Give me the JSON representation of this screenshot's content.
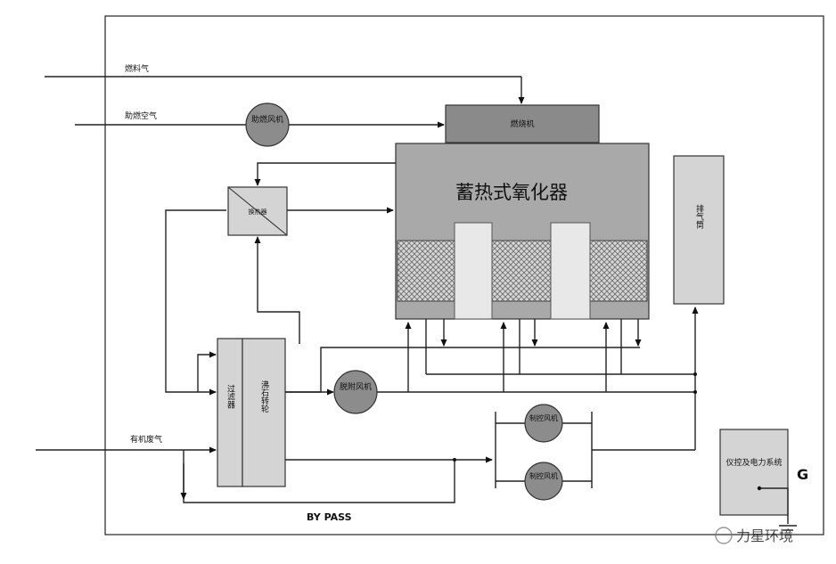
{
  "labels": {
    "fuel_gas": "燃料气",
    "combustion_air": "助燃空气",
    "combustion_fan": "助燃风机",
    "burner": "燃烧机",
    "heat_exchanger": "换热器",
    "rto": "蓄热式氧化器",
    "exhaust_stack": "排气筒",
    "filter": "过滤器",
    "rotor": "沸石转轮",
    "desorption_fan": "脱附风机",
    "main_fan_1": "制控风机",
    "main_fan_2": "制控风机",
    "organic_waste_gas": "有机废气",
    "bypass": "BY PASS",
    "control_system": "仪控及电力系统",
    "ground_mark": "G",
    "watermark": "力星环境"
  },
  "colors": {
    "rto_body": "#a9a9a9",
    "burner": "#8a8a8a",
    "fan": "#8c8c8c",
    "panel": "#d4d4d4"
  }
}
